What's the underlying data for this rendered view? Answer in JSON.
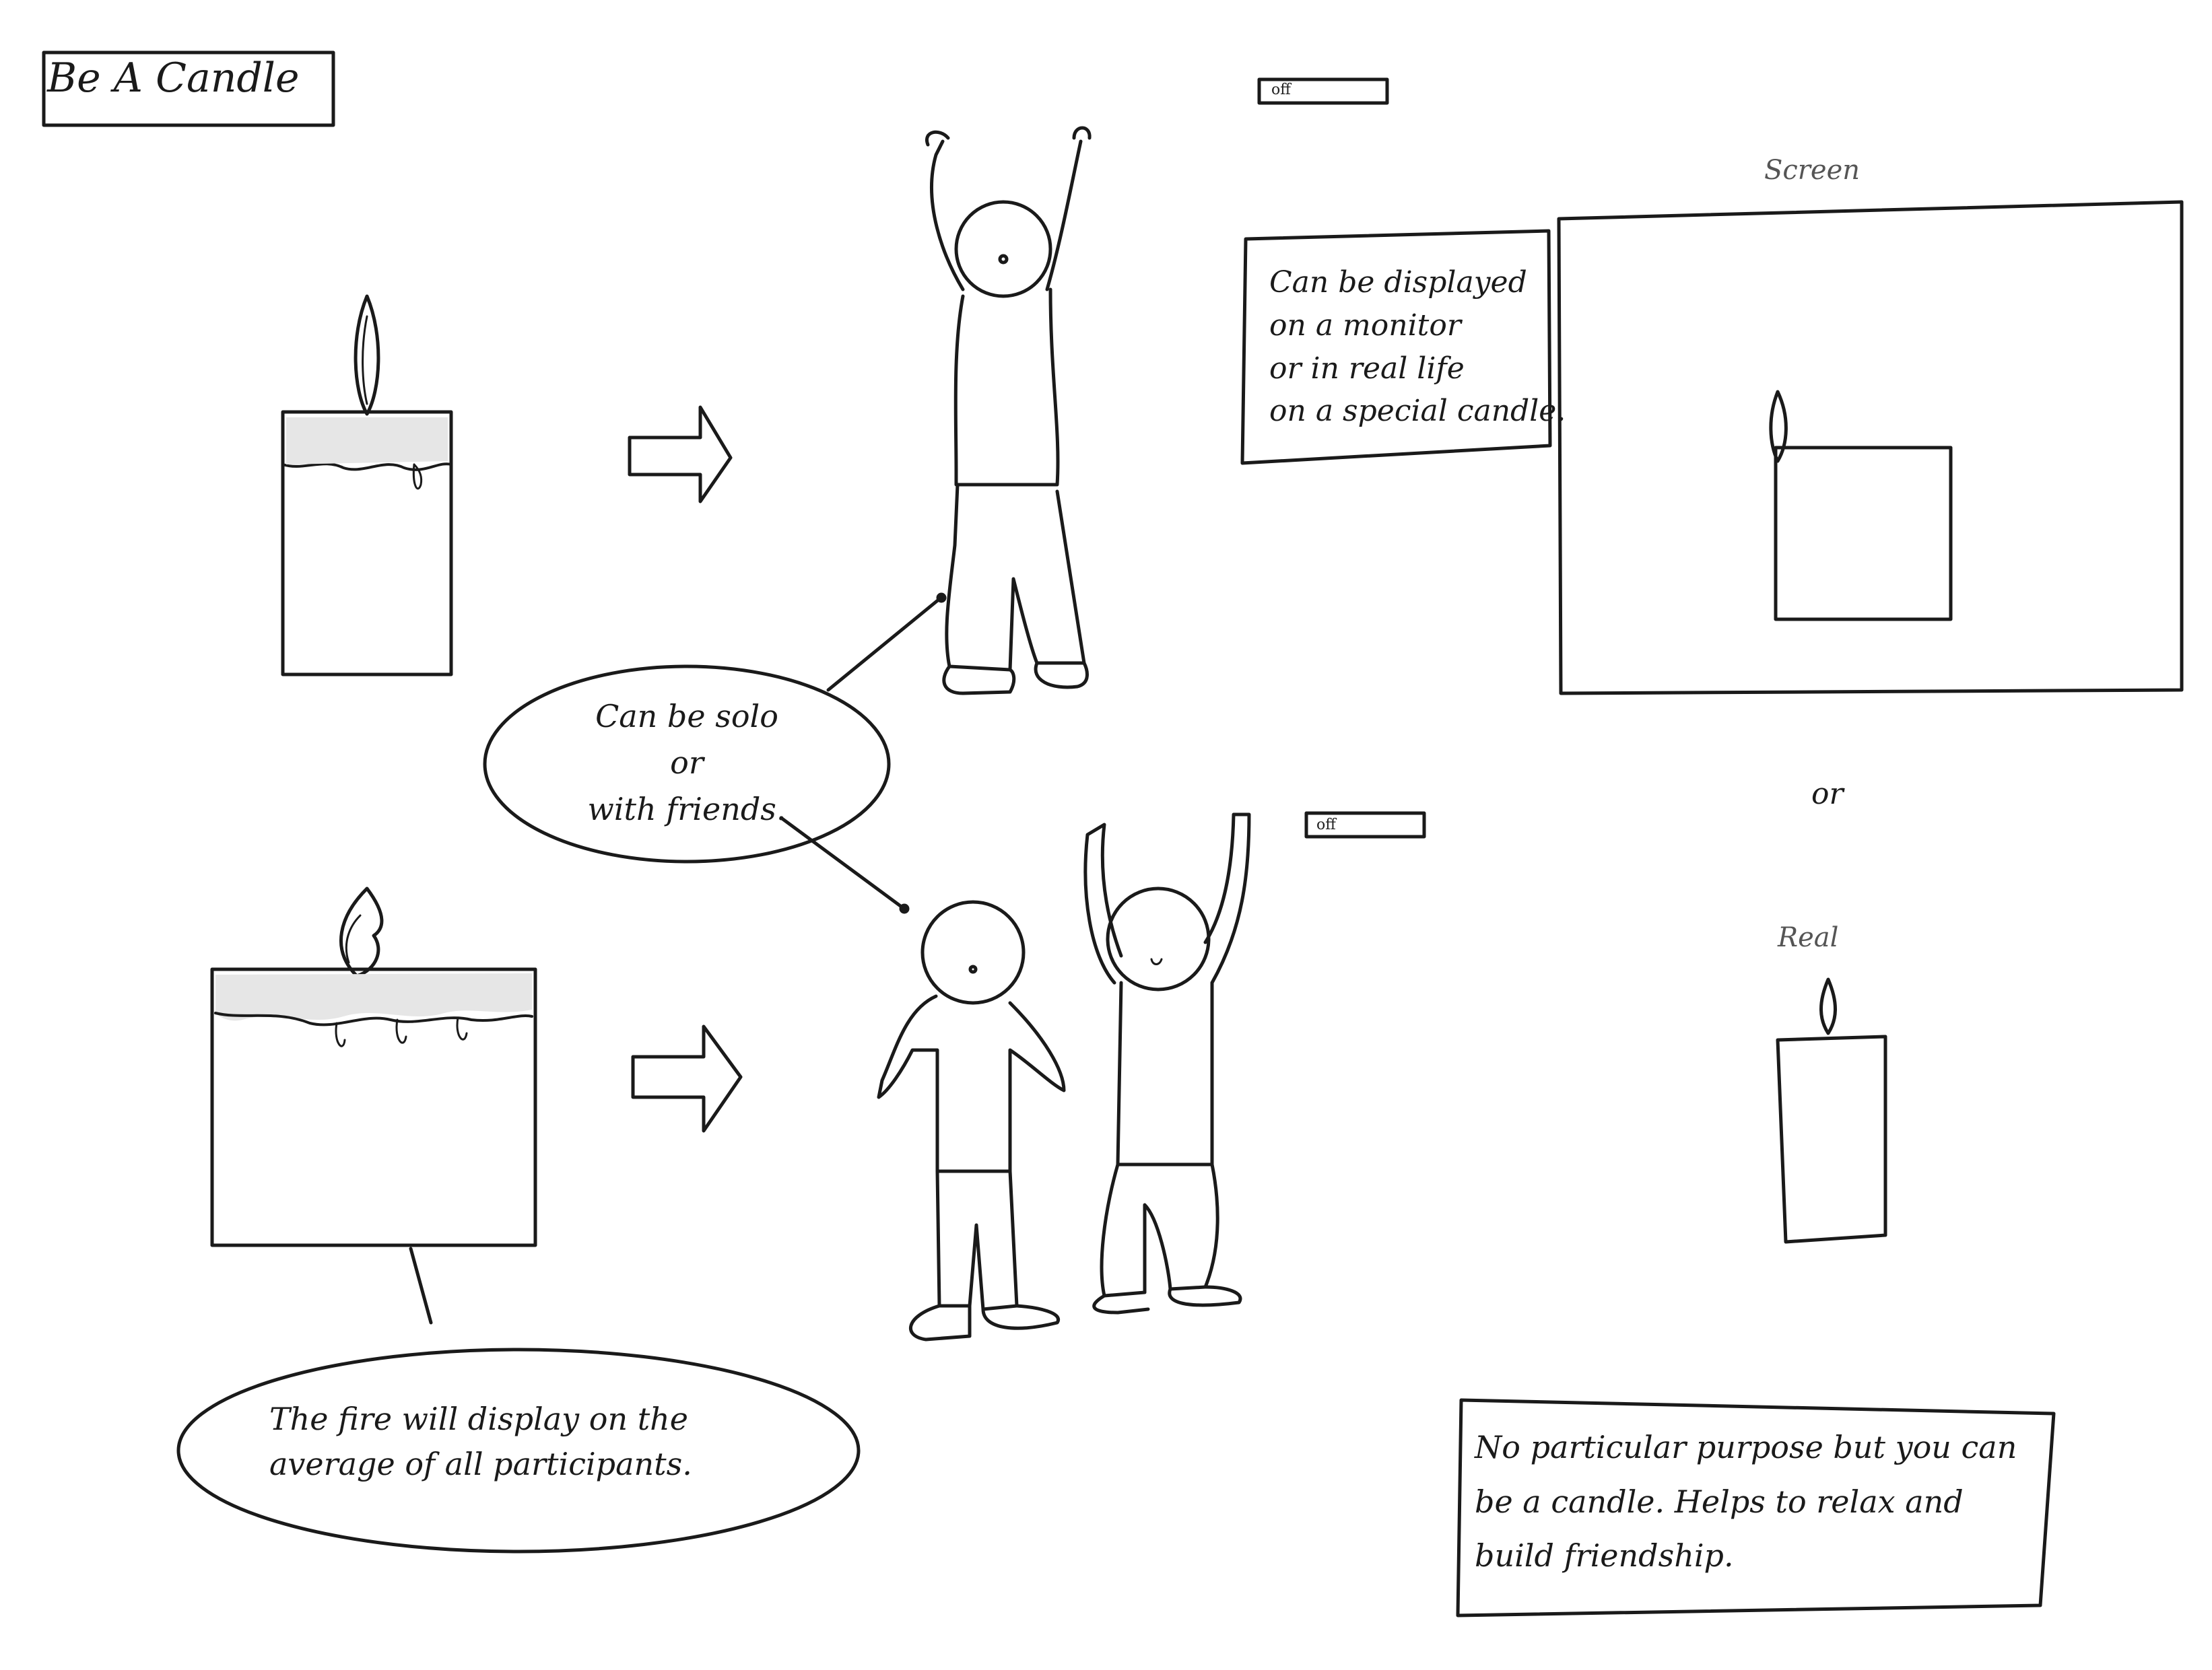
{
  "title": "Be A Candle",
  "notes": {
    "display": "Can be displayed\non a monitor\nor in real life\non a special candle.",
    "solo": "Can be solo\nor\nwith friends.",
    "fire": "The fire will display on the\naverage of all participants.",
    "purpose": "No particular purpose but you can\nbe a candle. Helps to relax and\nbuild friendship."
  },
  "labels": {
    "screen": "Screen",
    "real": "Real",
    "or": "or",
    "switch_top": "off",
    "switch_bottom": "off"
  }
}
